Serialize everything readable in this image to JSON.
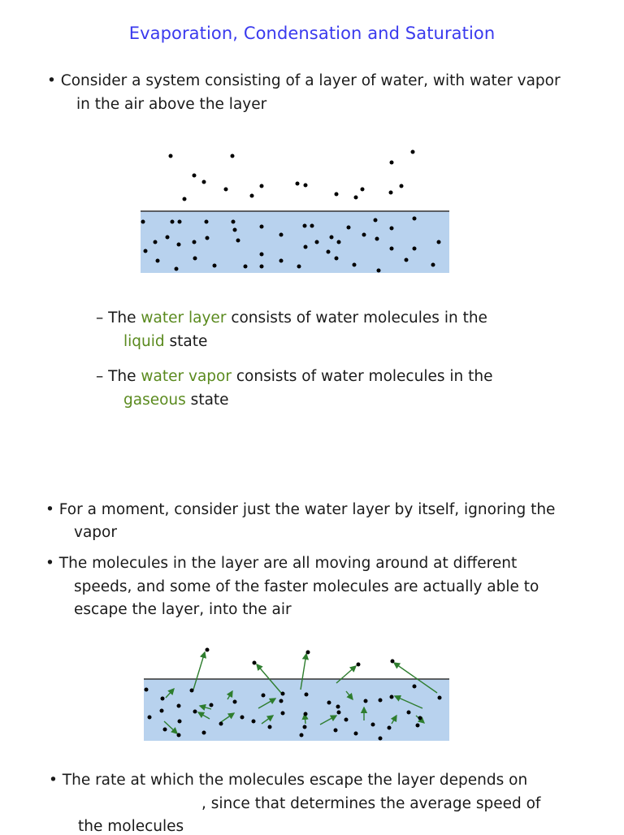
{
  "title": "Evaporation, Condensation and Saturation",
  "bullets": {
    "b1_l1": "• Consider a system consisting of a layer of water, with water vapor",
    "b1_l2": "in the air above the layer",
    "sub1_pre": "– The ",
    "sub1_hl": "water layer",
    "sub1_post": " consists of water molecules in the",
    "sub1_l2_hl": "liquid",
    "sub1_l2_post": " state",
    "sub2_pre": "– The ",
    "sub2_hl": "water vapor",
    "sub2_post": " consists of water molecules in the",
    "sub2_l2_hl": "gaseous",
    "sub2_l2_post": " state",
    "b2_l1": "• For a moment, consider just the water layer by itself, ignoring the",
    "b2_l2": "vapor",
    "b3_l1": "• The molecules in the layer are all moving around at different",
    "b3_l2": "speeds, and some of the faster molecules are actually able to",
    "b3_l3": "escape the layer, into the air",
    "b4_l1": "• The rate at which the molecules escape the layer depends on",
    "b4_l2": ", since that determines the average speed of",
    "b4_l3": "the molecules"
  },
  "colors": {
    "title": "#3a3aee",
    "highlight": "#5a8a1e",
    "water": "#b8d2ee",
    "arrow": "#2e7d2e"
  }
}
